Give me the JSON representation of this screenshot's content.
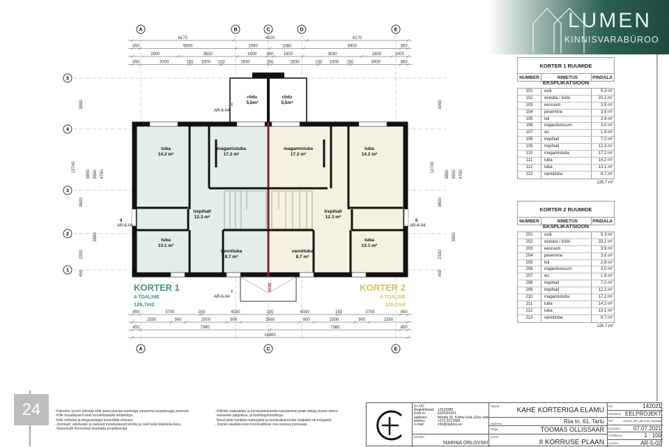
{
  "logo": {
    "name": "LUMEN",
    "sub": "KINNISVARABÜROO"
  },
  "grid": {
    "cols": [
      "A",
      "B",
      "C",
      "D",
      "E"
    ],
    "rows": [
      "5",
      "4",
      "3",
      "2",
      "1"
    ],
    "bottom_cols": [
      "A",
      "C",
      "E"
    ]
  },
  "dims_top": [
    [
      "6170",
      "4520",
      "6170"
    ],
    [
      "450",
      "5900",
      "2080",
      "2080",
      "5900",
      "450"
    ],
    [
      "2800",
      "3630",
      "1800",
      "400",
      "1800",
      "3630",
      "1800",
      "1000"
    ],
    [
      "450",
      "3000",
      "150",
      "1800",
      "100",
      "2830",
      "200",
      "2830",
      "100",
      "1800",
      "150",
      "3000",
      "450"
    ]
  ],
  "dims_bottom": [
    [
      "450",
      "3700",
      "150",
      "4030",
      "200",
      "4030",
      "150",
      "3700",
      "450"
    ],
    [
      "2350",
      "900",
      "2500",
      "900",
      "3560",
      "900",
      "2500",
      "900",
      "2350"
    ],
    [
      "450",
      "7980",
      "7980",
      "450"
    ],
    [
      "16860"
    ]
  ],
  "dims_left": [
    "3090",
    "12740",
    "3850",
    "5550",
    "4750",
    "9600",
    "2330",
    "3850",
    "450"
  ],
  "rooms": [
    {
      "name": "rõdu",
      "area": "5,5m²"
    },
    {
      "name": "rõdu",
      "area": "5,5m²"
    },
    {
      "name": "tuba",
      "area": "14.2 m²"
    },
    {
      "name": "magamistuba",
      "area": "17.2 m²"
    },
    {
      "name": "magamistuba",
      "area": "17.2 m²"
    },
    {
      "name": "tuba",
      "area": "14.2 m²"
    },
    {
      "name": "trepihall",
      "area": "12.3 m²"
    },
    {
      "name": "trepihall",
      "area": "12.3 m²"
    },
    {
      "name": "tuba",
      "area": "13.1 m²"
    },
    {
      "name": "vannituba",
      "area": "8.7 m²"
    },
    {
      "name": "vannituba",
      "area": "8.7 m²"
    },
    {
      "name": "tuba",
      "area": "13.1 m²"
    }
  ],
  "sections": {
    "s1": "I",
    "s1_ref": "AR-6-04",
    "s2": "II",
    "s2_ref": "AR-6-04",
    "eei": "EI30"
  },
  "korter1": {
    "title": "KORTER 1",
    "type": "4-TOALINE",
    "area": "126,7m2"
  },
  "korter2": {
    "title": "KORTER 2",
    "type": "4-TOALINE",
    "area": "126,7m2"
  },
  "colors": {
    "k1": "#3f8f86",
    "k2": "#d8c05a",
    "k1_fill": "#e3eee9",
    "k2_fill": "#f3f2e2"
  },
  "table_headers": {
    "number": "NUMBER",
    "nimetus": "NIMETUS",
    "pindala": "PINDALA"
  },
  "table1": {
    "title": "KORTER 1 RUUMIDE EKSPLIKATSIOON",
    "total": "126.7 m²",
    "rows": [
      [
        "101",
        "esik",
        "5.3 m²"
      ],
      [
        "102",
        "elutuba / köök",
        "33.2 m²"
      ],
      [
        "103",
        "eesruum",
        "3.9 m²"
      ],
      [
        "104",
        "pesemine",
        "3.8 m²"
      ],
      [
        "105",
        "leil",
        "2.9 m²"
      ],
      [
        "106",
        "majandusruum",
        "3.0 m²"
      ],
      [
        "107",
        "wc",
        "1.9 m²"
      ],
      [
        "108",
        "trepihall",
        "7.2 m²"
      ],
      [
        "109",
        "trepihall",
        "12.3 m²"
      ],
      [
        "110",
        "magamistuba",
        "17.2 m²"
      ],
      [
        "111",
        "tuba",
        "14.2 m²"
      ],
      [
        "112",
        "tuba",
        "13.1 m²"
      ],
      [
        "113",
        "vannituba",
        "8.7 m²"
      ]
    ]
  },
  "table2": {
    "title": "KORTER 2 RUUMIDE EKSPLIKATSIOON",
    "total": "126.7 m²",
    "rows": [
      [
        "201",
        "esik",
        "5.3 m²"
      ],
      [
        "202",
        "elutuba / köök",
        "33.2 m²"
      ],
      [
        "203",
        "eesruum",
        "3.9 m²"
      ],
      [
        "204",
        "pesemine",
        "3.8 m²"
      ],
      [
        "205",
        "leil",
        "2.9 m²"
      ],
      [
        "206",
        "majandusruum",
        "3.0 m²"
      ],
      [
        "207",
        "wc",
        "1.9 m²"
      ],
      [
        "208",
        "trepihall",
        "7.2 m²"
      ],
      [
        "209",
        "trepihall",
        "12.3 m²"
      ],
      [
        "210",
        "magamistuba",
        "17.2 m²"
      ],
      [
        "211",
        "tuba",
        "14.2 m²"
      ],
      [
        "212",
        "tuba",
        "13.1 m²"
      ],
      [
        "213",
        "vannituba",
        "8.7 m²"
      ]
    ]
  },
  "page_number": "24",
  "notes_left": [
    "- Käesolev joonis tühistab kõik sama joonise numbriga varasema kuupäevaga joonised.",
    "- Kõik muudatused tuleb kooskõlastada arhitektiga.",
    "- Kõik mõõdud ja kõrgusmärgid kontrollida ehitusel.",
    "- Joonised, seletuskiri ja loetelud moodustavad terviku ja neid tuleb käsitleda koos.",
    "  Vastuolude ilmnemisel teavitada projekteerijat."
  ],
  "notes_right": [
    "- Kõikide materjalide ja konstruktsioonide kasutamisel peab ehitaja kursis olema",
    "  vastavate paigaldus- ja käsitlusjuhenditega.",
    "  Need tuleb hankida materjalide ja konstruktsioonide tootjatelt või müüjatelt.",
    "- Joonisi vaadata koos konstruktiivse osa vastava joonisega."
  ],
  "titleblock": {
    "company": "0+ OÜ",
    "info": [
      [
        "Registrikood:",
        "12518386"
      ],
      [
        "Emtr.nr:",
        "EEP002421"
      ],
      [
        "aadress:",
        "Mooka 20, Kalme küla, Elva vald"
      ],
      [
        "telefon:",
        "+372 5227688"
      ],
      [
        "e-mail:",
        "info@optuss.ee"
      ]
    ],
    "arhitekt_label": "arhitekt",
    "arhitekt": "MARINA ORLOVSKI",
    "objekt_label": "objekt",
    "objekt": "KAHE KORTERIGA ELAMU",
    "aadress_label": "aadress",
    "aadress": "Riia tn. 61, Tartu",
    "tellija_label": "tellija",
    "tellija": "TOOMAS OLLISSAAR",
    "joonis_label": "joonis",
    "joonis": "II KORRUSE PLAAN",
    "right": [
      [
        "töö",
        "142021"
      ],
      [
        "staadium",
        "EELPROJEKT"
      ],
      [
        "fail",
        "142021_EP_AR-5-02_2Kplaan"
      ],
      [
        "kuupäev",
        "07.07.2021"
      ],
      [
        "mõõtkava",
        "1 : 100"
      ],
      [
        "joonise",
        "AR-5-02"
      ]
    ]
  }
}
